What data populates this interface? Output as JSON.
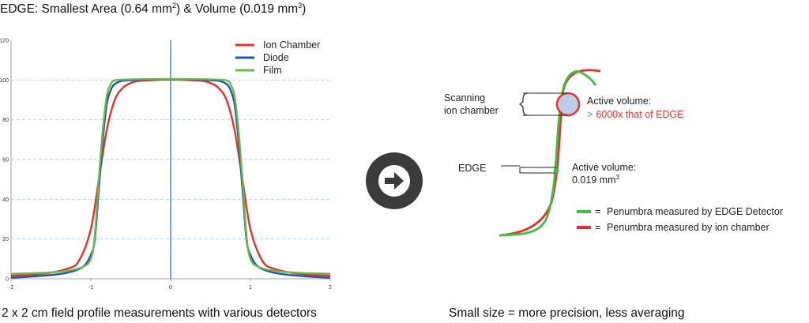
{
  "title": {
    "prefix": "EDGE: Smallest Area (0.64 mm",
    "sup1": "2",
    "middle": ") & Volume (0.019 mm",
    "sup2": "3",
    "suffix": ")"
  },
  "captions": {
    "left": "2 x 2 cm field profile measurements with various detectors",
    "right": "Small size = more precision, less averaging"
  },
  "chart_data": {
    "type": "line",
    "title": "",
    "xlabel": "",
    "ylabel": "",
    "xlim": [
      -2,
      2
    ],
    "ylim": [
      0,
      120
    ],
    "xticks": [
      "-2",
      "-1",
      "0",
      "1",
      "2"
    ],
    "yticks": [
      "0",
      "20",
      "40",
      "60",
      "80",
      "100",
      "120"
    ],
    "grid": "horizontal dashed",
    "legend_position": "top-right",
    "series": [
      {
        "name": "Ion Chamber",
        "color": "#e8312f",
        "x": [
          -2,
          -1.6,
          -1.3,
          -1.15,
          -1.0,
          -0.9,
          -0.8,
          -0.7,
          -0.6,
          -0.5,
          -0.4,
          -0.2,
          0,
          0.2,
          0.4,
          0.5,
          0.6,
          0.7,
          0.8,
          0.9,
          1.0,
          1.15,
          1.3,
          1.6,
          2
        ],
        "y": [
          1.5,
          2.5,
          5,
          9,
          25,
          50,
          75,
          90,
          96,
          98.5,
          99.5,
          100,
          100.2,
          100,
          99.5,
          98.5,
          96,
          90,
          75,
          50,
          25,
          9,
          5,
          2.5,
          1.5
        ]
      },
      {
        "name": "Diode",
        "color": "#1f5aa6",
        "x": [
          -2,
          -1.6,
          -1.3,
          -1.1,
          -1.0,
          -0.95,
          -0.9,
          -0.85,
          -0.8,
          -0.75,
          -0.7,
          -0.6,
          -0.4,
          0,
          0.4,
          0.6,
          0.7,
          0.75,
          0.8,
          0.85,
          0.9,
          0.95,
          1.0,
          1.1,
          1.3,
          1.6,
          2
        ],
        "y": [
          0.5,
          1.5,
          3,
          6,
          12,
          20,
          45,
          70,
          88,
          95,
          98,
          99.6,
          100,
          100.3,
          100,
          99.6,
          98,
          95,
          88,
          70,
          45,
          20,
          12,
          6,
          3,
          1.5,
          0.5
        ]
      },
      {
        "name": "Film",
        "color": "#6ab74a",
        "x": [
          -2,
          -1.6,
          -1.3,
          -1.1,
          -1.0,
          -0.95,
          -0.9,
          -0.85,
          -0.8,
          -0.75,
          -0.7,
          -0.6,
          -0.4,
          0,
          0.4,
          0.6,
          0.7,
          0.75,
          0.8,
          0.85,
          0.9,
          0.95,
          1.0,
          1.1,
          1.3,
          1.6,
          2
        ],
        "y": [
          2.5,
          3,
          4,
          6,
          10,
          22,
          50,
          75,
          92,
          98,
          99.8,
          100.2,
          100.4,
          100.5,
          100.4,
          100.2,
          99.8,
          98,
          92,
          75,
          50,
          22,
          10,
          6,
          4,
          3,
          2.5
        ]
      }
    ]
  },
  "diagram": {
    "scanning_label_line1": "Scanning",
    "scanning_label_line2": "ion chamber",
    "active_volume_label_1": "Active volume:",
    "active_volume_value_1_prefix": ">",
    "active_volume_value_1": "6000x that of EDGE",
    "edge_label": "EDGE",
    "active_volume_label_2": "Active volume:",
    "active_volume_value_2_prefix": "0.019 mm",
    "active_volume_value_2_sup": "3",
    "legend": [
      {
        "symbol": "=",
        "text": "Penumbra measured by EDGE Detector",
        "color": "#3fbf3f"
      },
      {
        "symbol": "=",
        "text": "Penumbra measured by ion chamber",
        "color": "#e8312f"
      }
    ],
    "colors": {
      "red": "#e8312f",
      "green": "#3fbf3f",
      "chamber_fill": "#bccde8",
      "value_red": "#e8312f",
      "value_green": "#6ab74a",
      "prefix_blue": "#4a90d9"
    }
  },
  "arrow_icon": "right-arrow-circle-icon"
}
